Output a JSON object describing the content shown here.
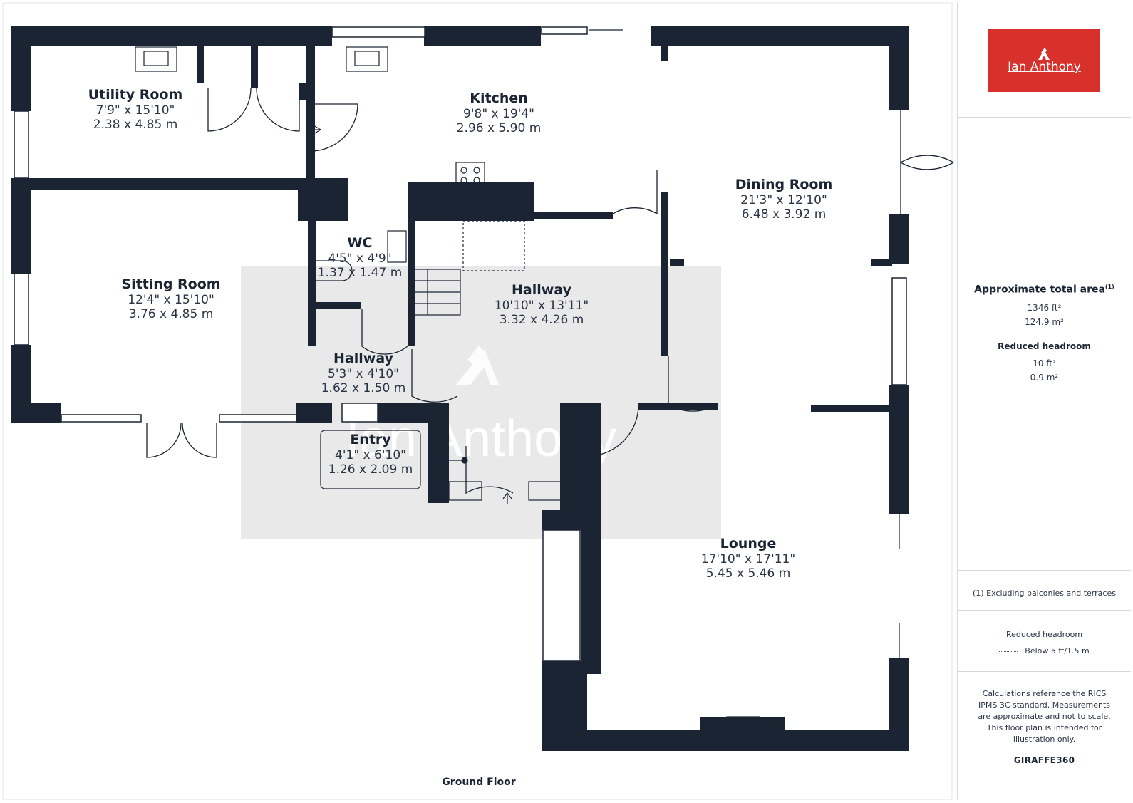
{
  "plan": {
    "floor_label": "Ground Floor",
    "watermark": "Ian Anthony",
    "rooms": [
      {
        "id": "utility-room",
        "name": "Utility Room",
        "imperial": "7'9\" x 15'10\"",
        "metric": "2.38 x 4.85 m"
      },
      {
        "id": "kitchen",
        "name": "Kitchen",
        "imperial": "9'8\" x 19'4\"",
        "metric": "2.96 x 5.90 m"
      },
      {
        "id": "dining-room",
        "name": "Dining Room",
        "imperial": "21'3\" x 12'10\"",
        "metric": "6.48 x 3.92 m"
      },
      {
        "id": "wc",
        "name": "WC",
        "imperial": "4'5\" x 4'9\"",
        "metric": "1.37 x 1.47 m"
      },
      {
        "id": "sitting-room",
        "name": "Sitting Room",
        "imperial": "12'4\" x 15'10\"",
        "metric": "3.76 x 4.85 m"
      },
      {
        "id": "hallway-main",
        "name": "Hallway",
        "imperial": "10'10\" x 13'11\"",
        "metric": "3.32 x 4.26 m"
      },
      {
        "id": "hallway-small",
        "name": "Hallway",
        "imperial": "5'3\" x 4'10\"",
        "metric": "1.62 x 1.50 m"
      },
      {
        "id": "entry",
        "name": "Entry",
        "imperial": "4'1\" x 6'10\"",
        "metric": "1.26 x 2.09 m"
      },
      {
        "id": "lounge",
        "name": "Lounge",
        "imperial": "17'10\" x 17'11\"",
        "metric": "5.45 x 5.46 m"
      }
    ]
  },
  "panel": {
    "logo_text": "Ian Anthony",
    "total_area_title": "Approximate total area",
    "total_area_note_mark": "(1)",
    "total_area_ft": "1346 ft²",
    "total_area_m": "124.9 m²",
    "reduced_headroom_title": "Reduced headroom",
    "reduced_headroom_ft": "10 ft²",
    "reduced_headroom_m": "0.9 m²",
    "footnote": "(1) Excluding balconies and terraces",
    "legend_title": "Reduced headroom",
    "legend_item": "Below 5 ft/1.5 m",
    "disclaimer": "Calculations reference the RICS IPMS 3C standard. Measurements are approximate and not to scale. This floor plan is intended for illustration only.",
    "brand_prefix": "GIRAFFE",
    "brand_suffix": "360"
  },
  "colors": {
    "wall": "#1b2433",
    "accent": "#d8302a",
    "watermark": "#e8e8e8"
  }
}
